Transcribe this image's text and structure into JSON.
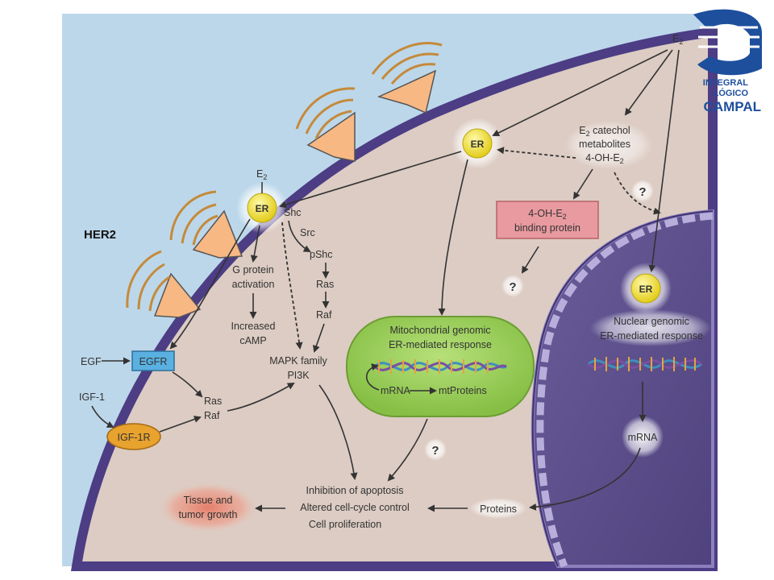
{
  "logo": {
    "line1": "INTEGRAL",
    "line2": "LÓGICO",
    "line3": "CAMPAL",
    "color": "#1d4f9c"
  },
  "labels": {
    "her2": "HER2",
    "e2_top": "E",
    "e2_top_sub": "2",
    "e2_membrane": "E",
    "e2_membrane_sub": "2",
    "er": "ER",
    "catechol_line1": "E",
    "catechol_line1_sub": "2",
    "catechol_line1_rest": " catechol",
    "catechol_line2": "metabolites",
    "catechol_line3": "4-OH-E",
    "catechol_line3_sub": "2",
    "binding_line1": "4-OH-E",
    "binding_line1_sub": "2",
    "binding_line2": "binding protein",
    "shc": "Shc",
    "src": "Src",
    "pshc": "pShc",
    "ras": "Ras",
    "raf": "Raf",
    "gprotein_line1": "G protein",
    "gprotein_line2": "activation",
    "camp_line1": "Increased",
    "camp_line2": "cAMP",
    "mapk_line1": "MAPK family",
    "mapk_line2": "PI3K",
    "egf": "EGF",
    "egfr": "EGFR",
    "igf1": "IGF-1",
    "igf1r": "IGF-1R",
    "rasraf_line1": "Ras",
    "rasraf_line2": "Raf",
    "mito_line1": "Mitochondrial genomic",
    "mito_line2": "ER-mediated response",
    "mito_mrna": "mRNA",
    "mito_mtproteins": "mtProteins",
    "nuclear_line1": "Nuclear genomic",
    "nuclear_line2": "ER-mediated response",
    "nuclear_mrna": "mRNA",
    "proteins": "Proteins",
    "outcome_line1": "Inhibition of apoptosis",
    "outcome_line2": "Altered cell-cycle control",
    "outcome_line3": "Cell proliferation",
    "tissue_line1": "Tissue and",
    "tissue_line2": "tumor growth",
    "q": "?"
  },
  "colors": {
    "extracellular": "#bcd7ea",
    "cytoplasm": "#dcccc3",
    "membrane": "#4c3d84",
    "nucleus": "#5c4e8b",
    "mitochondrion": "#9fd060",
    "er_node": "#f2e23a",
    "egfr_box": "#5ab0e0",
    "igf1r_node": "#e8a22e",
    "binding_box": "#e89aa0",
    "receptor": "#f7b883",
    "tissue_glow": "#e57a65"
  }
}
